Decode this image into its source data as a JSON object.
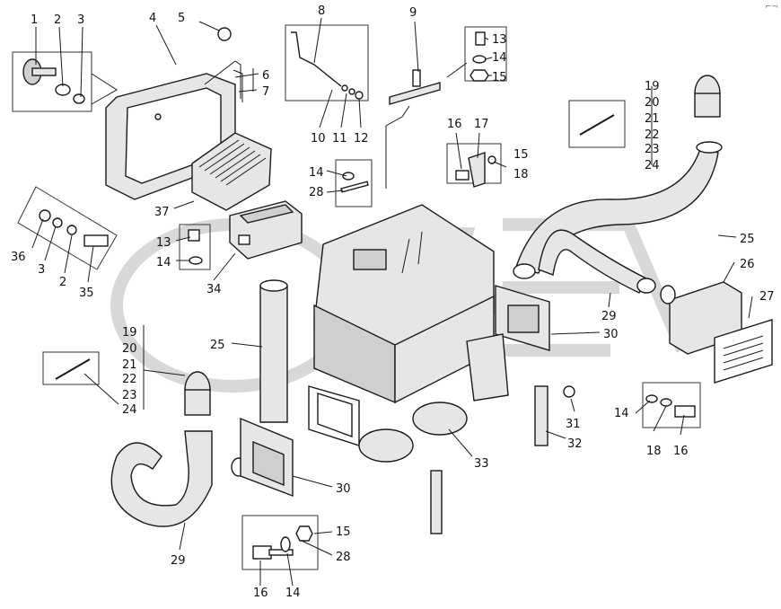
{
  "corner_mark": "⌐¬",
  "callouts": [
    {
      "id": "1",
      "label": "1"
    },
    {
      "id": "2a",
      "label": "2"
    },
    {
      "id": "3a",
      "label": "3"
    },
    {
      "id": "4",
      "label": "4"
    },
    {
      "id": "5",
      "label": "5"
    },
    {
      "id": "6",
      "label": "6"
    },
    {
      "id": "7",
      "label": "7"
    },
    {
      "id": "8",
      "label": "8"
    },
    {
      "id": "9",
      "label": "9"
    },
    {
      "id": "10",
      "label": "10"
    },
    {
      "id": "11",
      "label": "11"
    },
    {
      "id": "12",
      "label": "12"
    },
    {
      "id": "13a",
      "label": "13"
    },
    {
      "id": "14a",
      "label": "14"
    },
    {
      "id": "15a",
      "label": "15"
    },
    {
      "id": "16a",
      "label": "16"
    },
    {
      "id": "17",
      "label": "17"
    },
    {
      "id": "15b",
      "label": "15"
    },
    {
      "id": "18a",
      "label": "18"
    },
    {
      "id": "19a",
      "label": "19"
    },
    {
      "id": "20a",
      "label": "20"
    },
    {
      "id": "21a",
      "label": "21"
    },
    {
      "id": "22a",
      "label": "22"
    },
    {
      "id": "23a",
      "label": "23"
    },
    {
      "id": "24a",
      "label": "24"
    },
    {
      "id": "14b",
      "label": "14"
    },
    {
      "id": "28a",
      "label": "28"
    },
    {
      "id": "37",
      "label": "37"
    },
    {
      "id": "36",
      "label": "36"
    },
    {
      "id": "3b",
      "label": "3"
    },
    {
      "id": "2b",
      "label": "2"
    },
    {
      "id": "35",
      "label": "35"
    },
    {
      "id": "13b",
      "label": "13"
    },
    {
      "id": "14c",
      "label": "14"
    },
    {
      "id": "34",
      "label": "34"
    },
    {
      "id": "25a",
      "label": "25"
    },
    {
      "id": "25b",
      "label": "25"
    },
    {
      "id": "26",
      "label": "26"
    },
    {
      "id": "27",
      "label": "27"
    },
    {
      "id": "29a",
      "label": "29"
    },
    {
      "id": "30a",
      "label": "30"
    },
    {
      "id": "19b",
      "label": "19"
    },
    {
      "id": "20b",
      "label": "20"
    },
    {
      "id": "21b",
      "label": "21"
    },
    {
      "id": "22b",
      "label": "22"
    },
    {
      "id": "23b",
      "label": "23"
    },
    {
      "id": "24b",
      "label": "24"
    },
    {
      "id": "14d",
      "label": "14"
    },
    {
      "id": "18b",
      "label": "18"
    },
    {
      "id": "16b",
      "label": "16"
    },
    {
      "id": "31",
      "label": "31"
    },
    {
      "id": "32",
      "label": "32"
    },
    {
      "id": "33",
      "label": "33"
    },
    {
      "id": "30b",
      "label": "30"
    },
    {
      "id": "29b",
      "label": "29"
    },
    {
      "id": "15c",
      "label": "15"
    },
    {
      "id": "28b",
      "label": "28"
    },
    {
      "id": "16c",
      "label": "16"
    },
    {
      "id": "14e",
      "label": "14"
    }
  ]
}
